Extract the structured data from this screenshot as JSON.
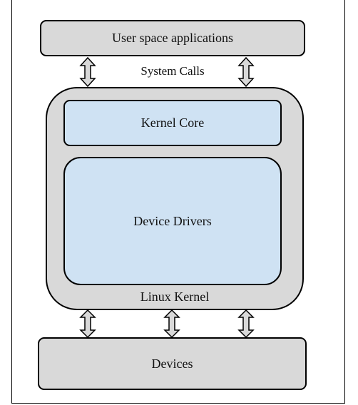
{
  "diagram": {
    "user_space": "User space applications",
    "system_calls": "System Calls",
    "kernel_core": "Kernel Core",
    "device_drivers": "Device Drivers",
    "linux_kernel": "Linux Kernel",
    "devices": "Devices"
  },
  "colors": {
    "outer_fill": "#d9d9d9",
    "inner_fill": "#cfe2f3",
    "stroke": "#000000"
  }
}
